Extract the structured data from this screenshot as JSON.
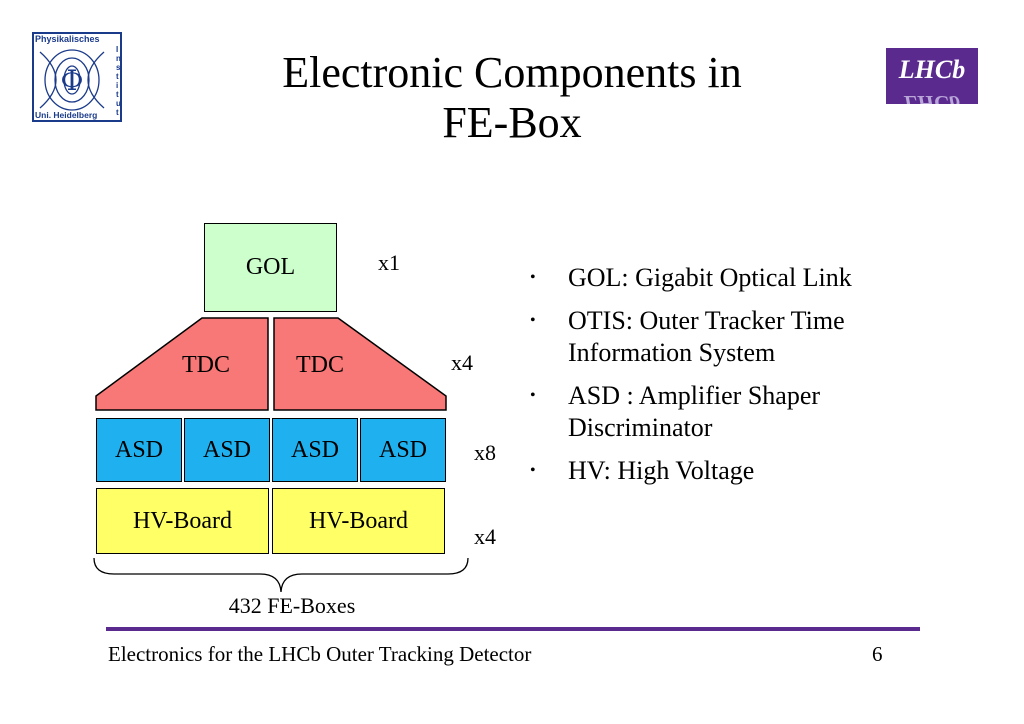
{
  "title": {
    "line1": "Electronic Components in",
    "line2": "FE-Box"
  },
  "logos": {
    "left": {
      "top_text": "Physikalisches",
      "side_text": "Institut",
      "bottom_text": "Uni. Heidelberg",
      "symbol": "Φ",
      "icon": "physikalisches-institut-logo"
    },
    "right": {
      "text": "LHCb",
      "icon": "lhcb-logo",
      "color": "#5b2a8f"
    }
  },
  "diagram": {
    "gol": {
      "label": "GOL",
      "multiplier": "x1",
      "color": "#ccffcc"
    },
    "tdc": {
      "labels": [
        "TDC",
        "TDC"
      ],
      "multiplier": "x4",
      "color": "#f87878"
    },
    "asd": {
      "labels": [
        "ASD",
        "ASD",
        "ASD",
        "ASD"
      ],
      "multiplier": "x8",
      "color": "#1fb1ef"
    },
    "hv": {
      "labels": [
        "HV-Board",
        "HV-Board"
      ],
      "multiplier": "x4",
      "color": "#ffff66"
    },
    "fe_count": "432 FE-Boxes"
  },
  "bullets": [
    {
      "marker": "•",
      "text": "GOL: Gigabit Optical Link"
    },
    {
      "marker": "•",
      "text": "OTIS: Outer Tracker Time Information System"
    },
    {
      "marker": "•",
      "text": "ASD : Amplifier Shaper Discriminator"
    },
    {
      "marker": "•",
      "text": "HV: High Voltage"
    }
  ],
  "footer": {
    "text": "Electronics for the LHCb Outer Tracking Detector",
    "page": "6",
    "rule_color": "#5b2a8f"
  }
}
